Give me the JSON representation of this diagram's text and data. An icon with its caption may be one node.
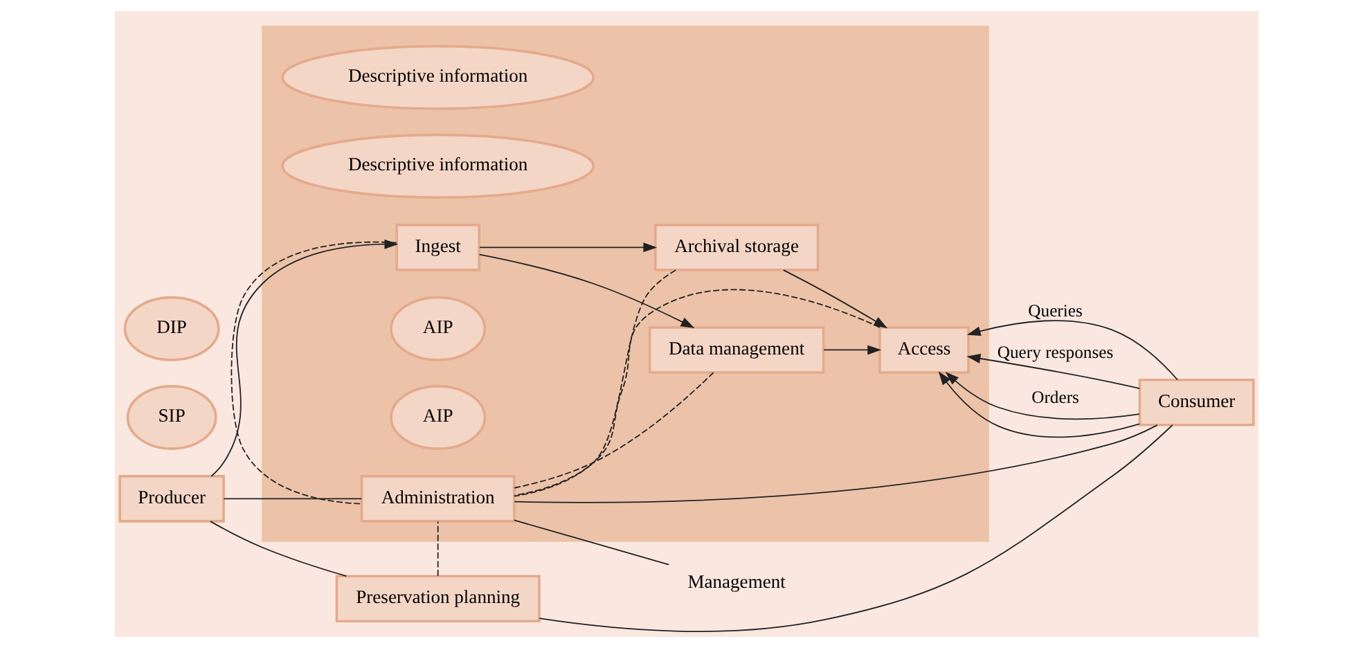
{
  "diagram": {
    "nodes": [
      {
        "text": [],
        "shape": "box"
      },
      {
        "text": [
          "Preservation planning"
        ]
      },
      {
        "text": [
          "Producer"
        ]
      },
      {
        "text": [
          "Descriptive information"
        ],
        "in": 0
      },
      {
        "text": [
          "Data management"
        ],
        "in": 0
      },
      {
        "text": [
          "Descriptive information"
        ],
        "in": 0
      },
      {
        "text": [
          "Ingest"
        ],
        "in": 0
      },
      {
        "text": [
          "Access"
        ],
        "in": 0
      },
      {
        "text": [
          "Consumer"
        ]
      },
      {
        "text": [
          "SIP"
        ]
      },
      {
        "text": [
          "Archival storage"
        ],
        "in": 0
      },
      {
        "text": [
          "AIP"
        ],
        "in": 0
      },
      {
        "text": [
          "AIP"
        ],
        "in": 0
      },
      {
        "text": [
          "DIP"
        ]
      },
      {
        "text": [
          "Administration"
        ],
        "in": 0
      },
      {
        "text": [
          "Management"
        ]
      }
    ],
    "edges": [
      {
        "from": 2,
        "to": 6,
        "arrow": "to"
      },
      {
        "from": 6,
        "to": 4,
        "arrow": "to"
      },
      {
        "from": 6,
        "to": 10,
        "arrow": "to"
      },
      {
        "from": 4,
        "to": 7,
        "arrow": "to"
      },
      {
        "from": 10,
        "to": 7,
        "arrow": "to"
      },
      {
        "from": 8,
        "to": 7,
        "arrow": "to",
        "label": "Queries"
      },
      {
        "from": 8,
        "to": 7,
        "arrow": "to",
        "label": "Query responses"
      },
      {
        "from": 8,
        "to": 7,
        "arrow": "to",
        "label": "Orders"
      },
      {
        "from": 8,
        "to": 7,
        "arrow": "to"
      },
      {
        "from": 2,
        "to": 1,
        "arrow": "none"
      },
      {
        "from": 1,
        "to": 8,
        "arrow": "none"
      },
      {
        "from": 2,
        "to": 14,
        "arrow": "none"
      },
      {
        "from": 14,
        "to": 8,
        "arrow": "none"
      },
      {
        "from": 14,
        "to": 15,
        "arrow": "none"
      },
      {
        "from": 1,
        "to": 14,
        "arrow": "none",
        "style": "dashed"
      },
      {
        "from": 6,
        "to": 14,
        "arrow": "none",
        "style": "dashed"
      },
      {
        "from": 4,
        "to": 14,
        "arrow": "none",
        "style": "dashed"
      },
      {
        "from": 10,
        "to": 14,
        "arrow": "none",
        "style": "dashed"
      },
      {
        "from": 7,
        "to": 14,
        "arrow": "none",
        "style": "dashed"
      }
    ]
  }
}
